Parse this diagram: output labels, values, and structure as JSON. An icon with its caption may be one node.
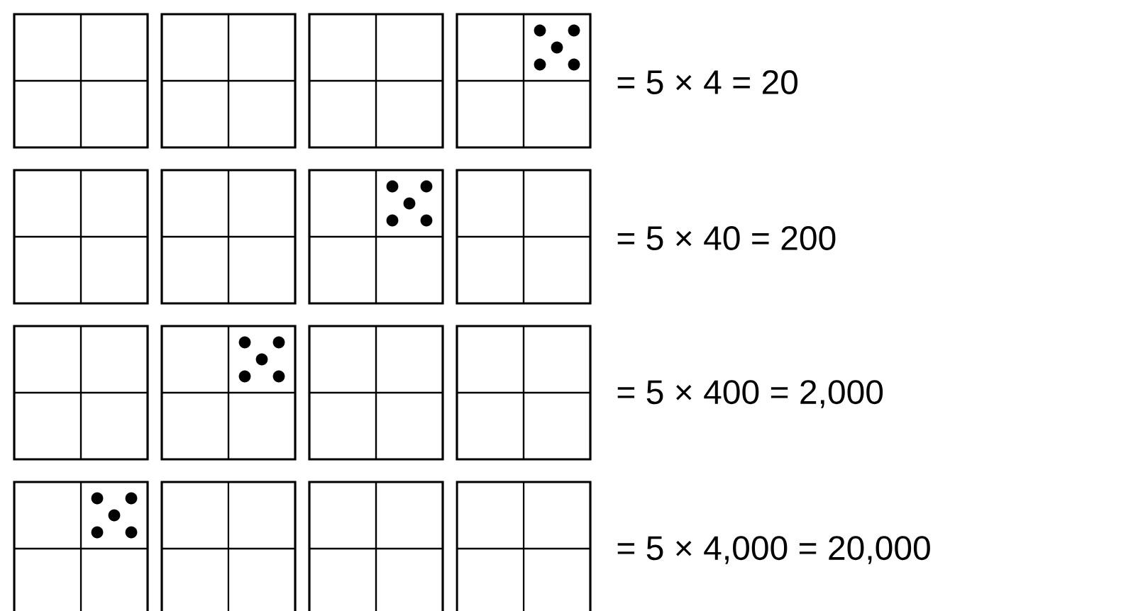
{
  "diagram": {
    "labels": [
      "= 5 × 4 = 20",
      "= 5 × 40 = 200",
      "= 5 × 400 = 2,000",
      "= 5 × 4,000 = 20,000"
    ]
  }
}
